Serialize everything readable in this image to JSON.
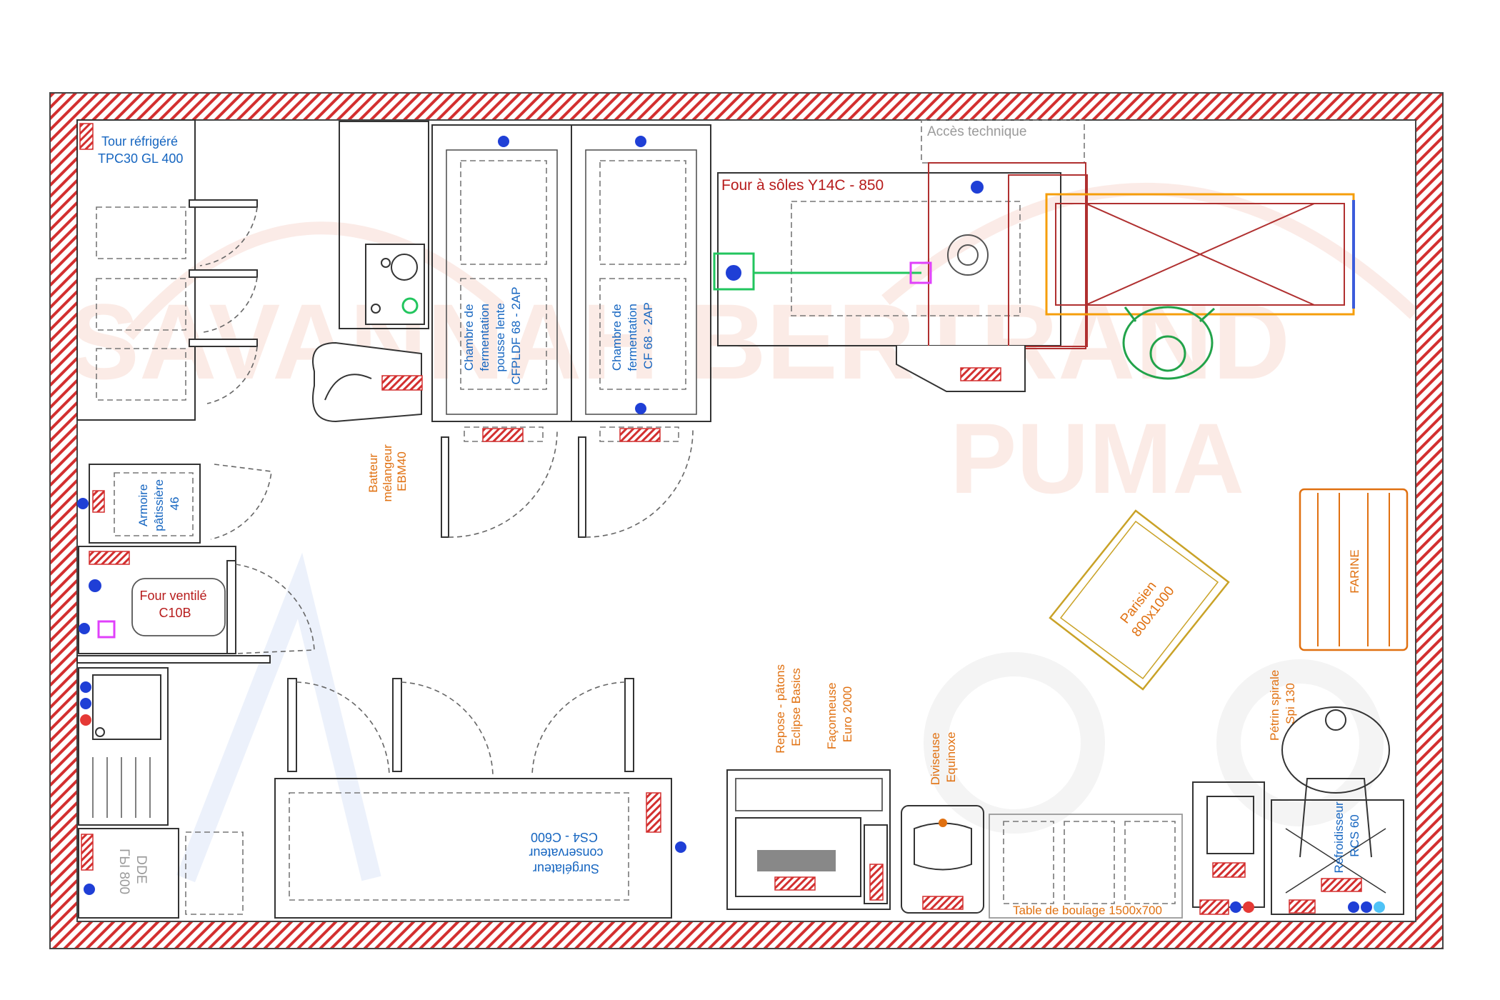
{
  "watermark": {
    "brand1": "SAVANNAH BERTRAND",
    "brand2": "PUMA",
    "colors": {
      "main": "#f2b8a8",
      "blue": "#b9cdf0"
    }
  },
  "colors": {
    "wall_hatch": "#d32f2f",
    "label_blue": "#1565c0",
    "label_orange": "#e07010",
    "label_red": "#b71c1c",
    "marker_blue": "#1f3fd6",
    "marker_red": "#e53935",
    "marker_magenta": "#e040fb",
    "axis_green": "#22c55e",
    "conveyor_orange": "#f59e0b",
    "pallet_orange": "#e07010"
  },
  "labels": {
    "tour_refrigere": [
      "Tour réfrigéré",
      "TPC30 GL 400"
    ],
    "chambre_1": [
      "Chambre de",
      "fermentation",
      "pousse lente",
      "CFPLDF 68 - 2AP"
    ],
    "chambre_2": [
      "Chambre de",
      "fermentation",
      "CF 68 - 2AP"
    ],
    "four_soles": "Four à sôles Y14C - 850",
    "acces_technique": "Accès technique",
    "batteur": [
      "Batteur",
      "mélangeur",
      "EBM40"
    ],
    "armoire": [
      "Armoire",
      "pâtissière",
      "46"
    ],
    "four_ventile": [
      "Four ventilé",
      "C10B"
    ],
    "parisien": [
      "Parisien",
      "800x1000"
    ],
    "farine": "FARINE",
    "petrin": [
      "Pétrin spirale",
      "Spi 130"
    ],
    "repose": [
      "Repose - pâtons",
      "Eclipse Basics"
    ],
    "faconneuse": [
      "Façonneuse",
      "Euro 2000"
    ],
    "diviseuse": [
      "Diviseuse",
      "Equinoxe"
    ],
    "surgelateur": [
      "Surgélateur",
      "conservateur",
      "CS4 - C600"
    ],
    "dde": [
      "DDE",
      "ГЫ 800"
    ],
    "table_boulage": "Table de boulage 1500x700",
    "refroidisseur": [
      "Refroidisseur",
      "RCS 60"
    ]
  }
}
